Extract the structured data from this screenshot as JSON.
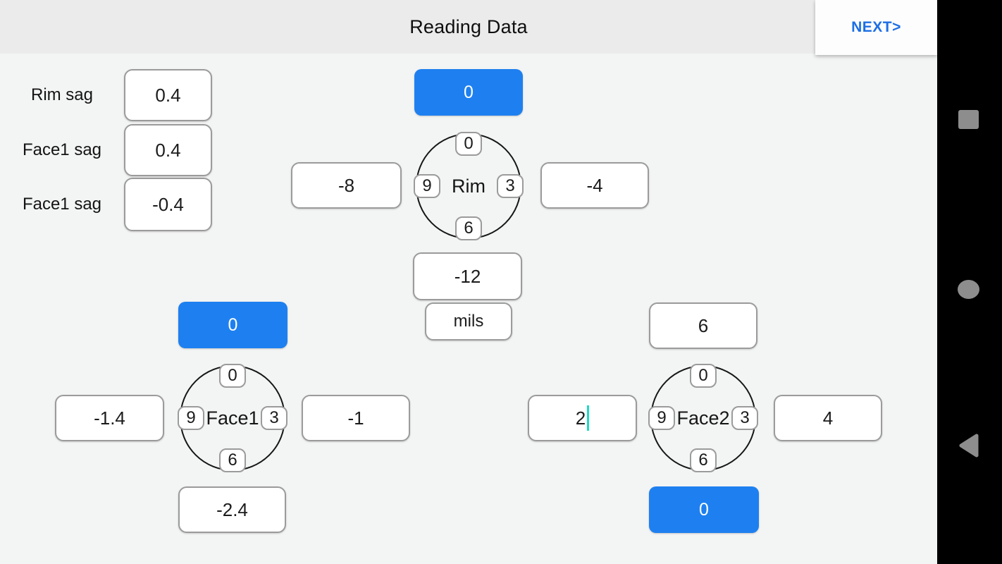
{
  "header": {
    "title": "Reading Data",
    "next_button": "NEXT>"
  },
  "sag_panel": {
    "rows": [
      {
        "label": "Rim sag",
        "value": "0.4"
      },
      {
        "label": "Face1 sag",
        "value": "0.4"
      },
      {
        "label": "Face1 sag",
        "value": "-0.4"
      }
    ]
  },
  "units": {
    "label": "mils"
  },
  "dials": {
    "rim": {
      "name": "Rim",
      "pos_top": "0",
      "pos_right": "3",
      "pos_bottom": "6",
      "pos_left": "9",
      "top_value": "0",
      "left_value": "-8",
      "right_value": "-4",
      "bottom_value": "-12"
    },
    "face1": {
      "name": "Face1",
      "pos_top": "0",
      "pos_right": "3",
      "pos_bottom": "6",
      "pos_left": "9",
      "top_value": "0",
      "left_value": "-1.4",
      "right_value": "-1",
      "bottom_value": "-2.4"
    },
    "face2": {
      "name": "Face2",
      "pos_top": "0",
      "pos_right": "3",
      "pos_bottom": "6",
      "pos_left": "9",
      "top_value": "6",
      "left_value": "2",
      "right_value": "4",
      "bottom_value": "0"
    }
  },
  "colors": {
    "accent_blue": "#1e80f0",
    "next_link_blue": "#1d6fe4",
    "cursor_teal": "#1fd9c4",
    "header_gray": "#ebebec",
    "body_gray": "#f3f4f4",
    "nav_icon_gray": "#8d8d8d"
  },
  "nav_bar": {
    "icons": [
      "recents-square",
      "home-circle",
      "back-triangle"
    ]
  }
}
